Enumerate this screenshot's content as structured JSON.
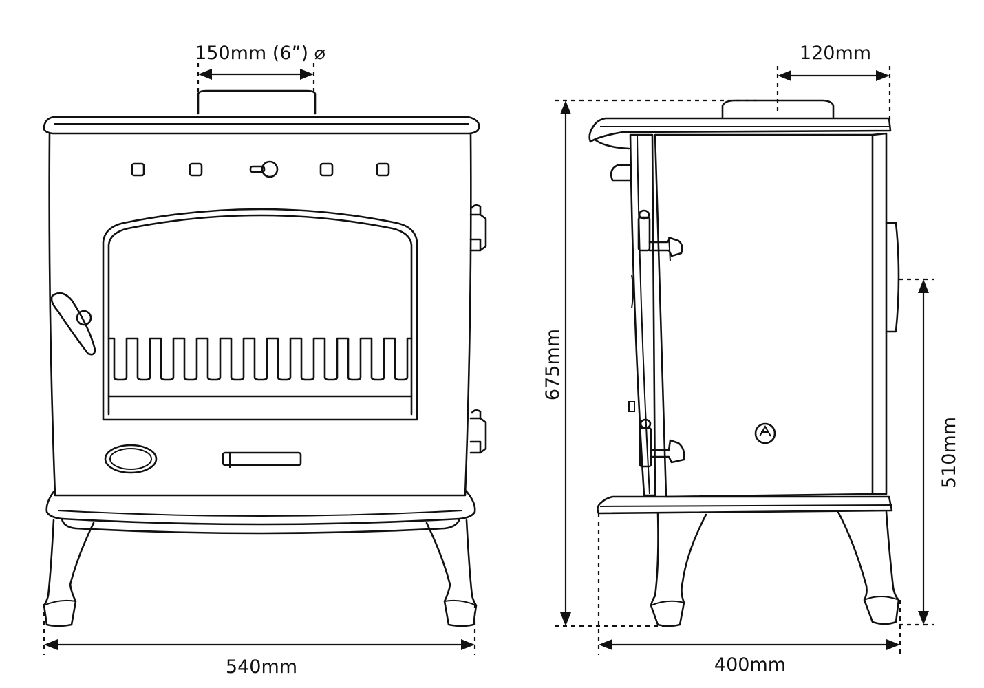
{
  "dimensions": {
    "flue_diameter": "150mm (6”) ⌀",
    "width": "540mm",
    "total_height": "675mm",
    "flue_offset": "120mm",
    "depth": "400mm",
    "outlet_height": "510mm"
  }
}
